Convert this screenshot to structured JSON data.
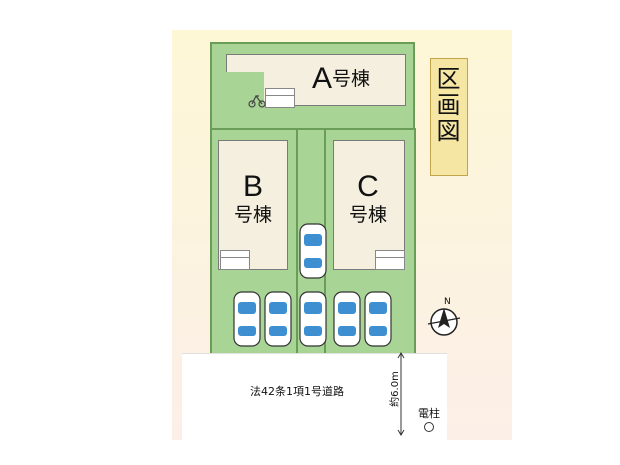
{
  "legend": {
    "title": "区画図"
  },
  "buildings": {
    "a": {
      "letter": "A",
      "kanji": "号棟"
    },
    "b": {
      "letter": "B",
      "kanji": "号棟"
    },
    "c": {
      "letter": "C",
      "kanji": "号棟"
    }
  },
  "road": {
    "label": "法42条1項1号道路",
    "width_label": "約6.0m"
  },
  "utility_pole": {
    "label": "電柱"
  },
  "compass": {
    "north_label": "N"
  },
  "colors": {
    "lot_green": "#a8d596",
    "lot_border": "#6a9e58",
    "building": "#f5efe0",
    "legend_bg": "#f6e6a4",
    "car_blue": "#3d8fd1"
  }
}
